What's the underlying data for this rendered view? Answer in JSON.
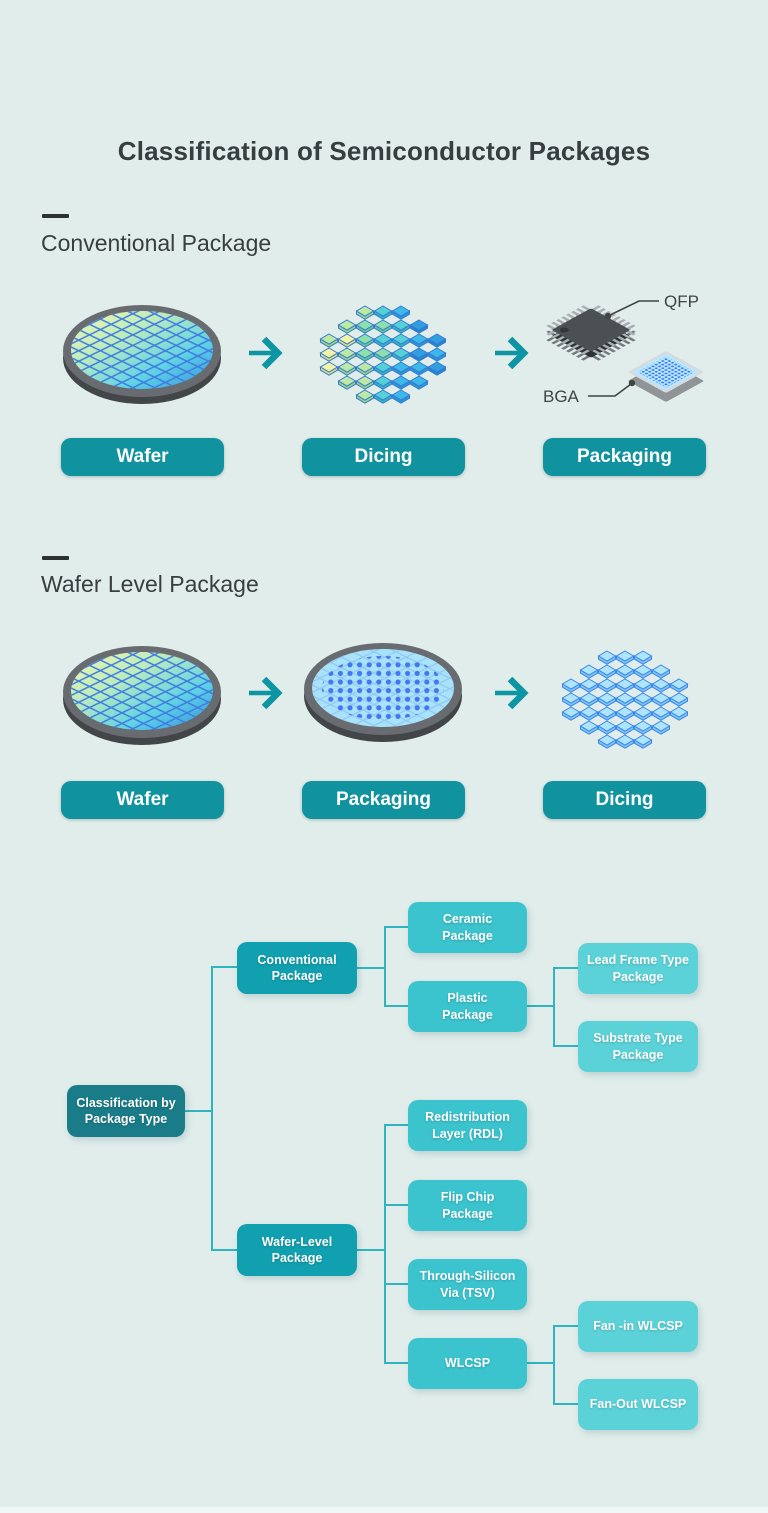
{
  "page": {
    "title": "Classification of Semiconductor Packages"
  },
  "sections": [
    {
      "heading": "Conventional Package",
      "steps": [
        {
          "label": "Wafer"
        },
        {
          "label": "Dicing"
        },
        {
          "label": "Packaging"
        }
      ],
      "package_labels": {
        "qfp": "QFP",
        "bga": "BGA"
      }
    },
    {
      "heading": "Wafer Level Package",
      "steps": [
        {
          "label": "Wafer"
        },
        {
          "label": "Packaging"
        },
        {
          "label": "Dicing"
        }
      ]
    }
  ],
  "tree": {
    "root": {
      "label": "Classification by\nPackage Type"
    },
    "nodes": {
      "conventional": {
        "label": "Conventional\nPackage"
      },
      "ceramic": {
        "label": "Ceramic\nPackage"
      },
      "plastic": {
        "label": "Plastic\nPackage"
      },
      "lead_frame": {
        "label": "Lead Frame Type\nPackage"
      },
      "substrate": {
        "label": "Substrate Type\nPackage"
      },
      "wafer_level": {
        "label": "Wafer-Level\nPackage"
      },
      "rdl": {
        "label": "Redistribution\nLayer (RDL)"
      },
      "flip_chip": {
        "label": "Flip Chip\nPackage"
      },
      "tsv": {
        "label": "Through-Silicon\nVia (TSV)"
      },
      "wlcsp": {
        "label": "WLCSP"
      },
      "fan_in": {
        "label": "Fan -in WLCSP"
      },
      "fan_out": {
        "label": "Fan-Out WLCSP"
      }
    }
  },
  "colors": {
    "background": "#e0edeb",
    "step_button": "#10929f",
    "arrow": "#0e95a3",
    "tree_root": "#1a7c88",
    "tree_level2": "#11a0b0",
    "tree_level3": "#3bc3ce",
    "tree_level4": "#5bd2d8",
    "connector": "#2fb4c0",
    "heading_text": "#393e41"
  },
  "illustration": {
    "wafer_gradient": [
      "#f6f7ab",
      "#bdecbd",
      "#5fd2e6",
      "#2f8ede"
    ],
    "chip_palette_conventional": [
      "#f2f4a3",
      "#bce9a4",
      "#8ce0ab",
      "#55d0d5",
      "#3cb9e9",
      "#2f9fe0"
    ],
    "chip_side_conventional": [
      "#d9dd7f",
      "#94d581",
      "#63c98d",
      "#2eb6c0",
      "#2596d8",
      "#1f86cc"
    ],
    "chip_border_conventional": "#3a7bd5",
    "chip_top_wlp": "#aee4fc",
    "chip_side_wlp": "#7cc4f2",
    "chip_border_wlp": "#3e87e8",
    "bump_dot": "#4377f0",
    "wafer_rim": "#686c70"
  }
}
